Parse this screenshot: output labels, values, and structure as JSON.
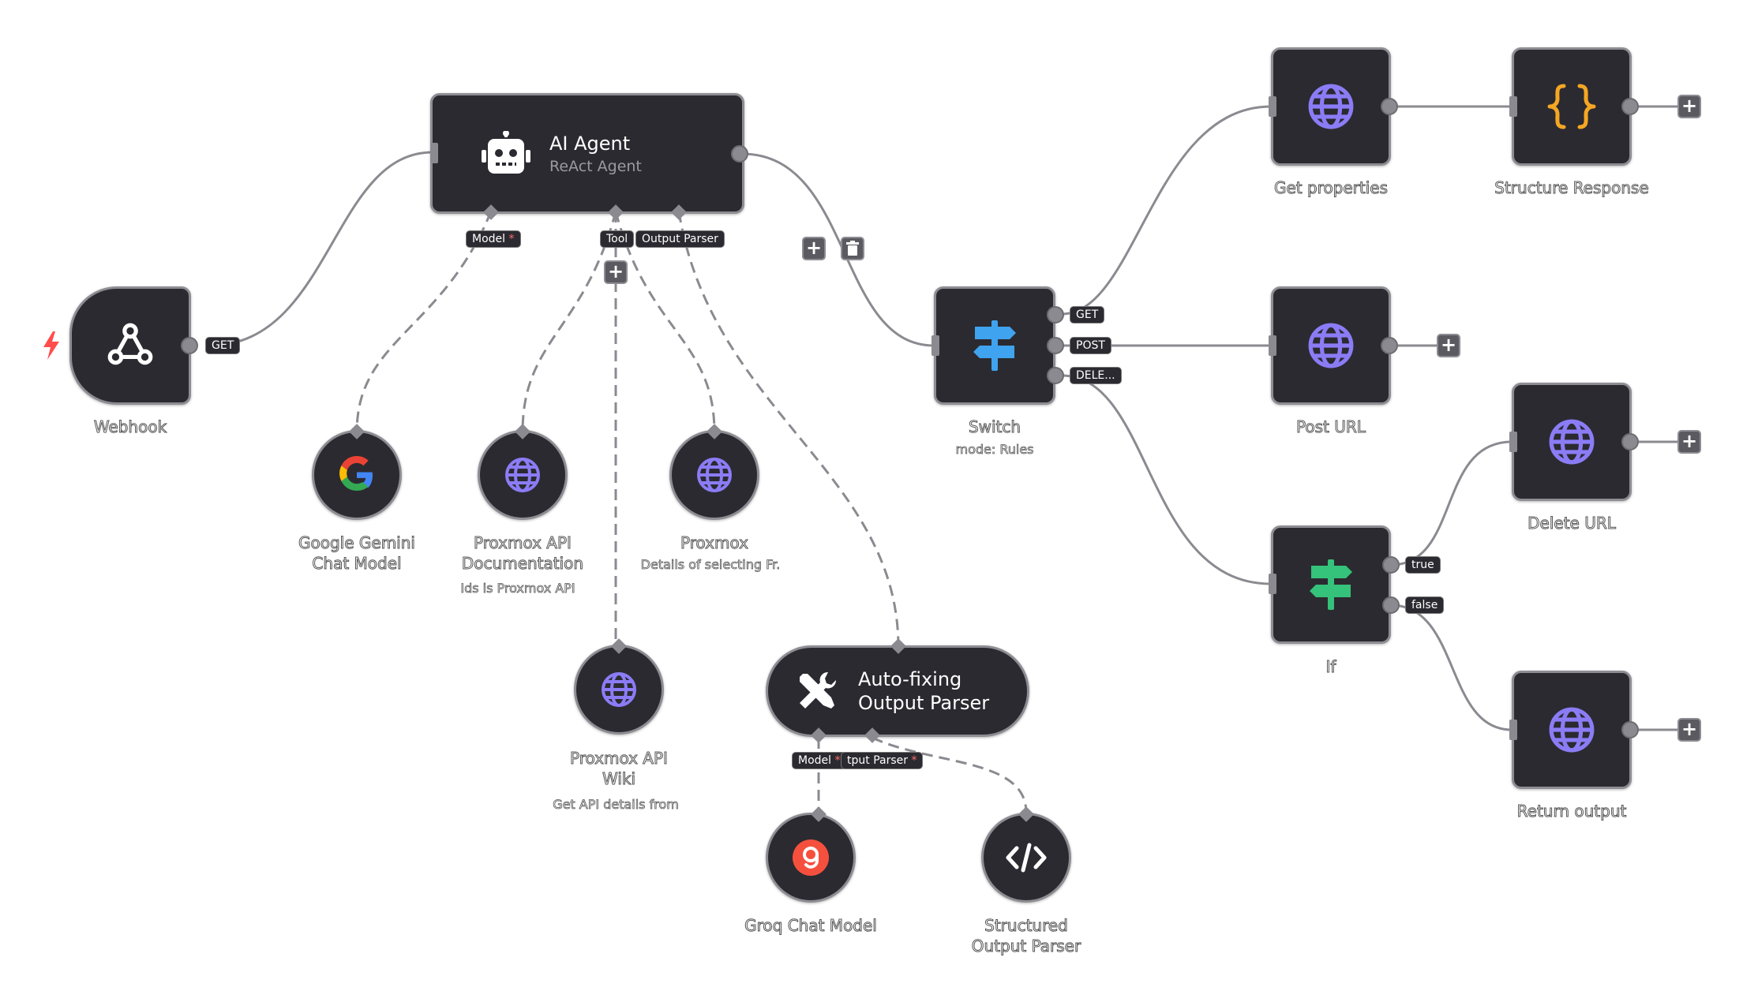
{
  "nodes": {
    "webhook": {
      "label": "Webhook"
    },
    "ai_agent": {
      "title": "AI Agent",
      "subtitle": "ReAct Agent"
    },
    "gemini": {
      "label_line1": "Google Gemini",
      "label_line2": "Chat Model"
    },
    "proxmox_doc": {
      "label_line1": "Proxmox API",
      "label_line2": "Documentation",
      "sub": "Ids is Proxmox API"
    },
    "proxmox": {
      "label": "Proxmox",
      "sub": "Details of selecting Fr."
    },
    "proxmox_wiki": {
      "label_line1": "Proxmox API",
      "label_line2": "Wiki",
      "sub": "Get API details from"
    },
    "autofix": {
      "title_line1": "Auto-fixing",
      "title_line2": "Output Parser"
    },
    "groq": {
      "label": "Groq Chat Model"
    },
    "structured": {
      "label_line1": "Structured",
      "label_line2": "Output Parser"
    },
    "switch": {
      "label": "Switch",
      "sub": "mode: Rules"
    },
    "get_properties": {
      "label": "Get properties"
    },
    "structure_response": {
      "label": "Structure Response"
    },
    "post_url": {
      "label": "Post URL"
    },
    "delete_url": {
      "label": "Delete URL"
    },
    "if": {
      "label": "If"
    },
    "return_output": {
      "label": "Return output"
    }
  },
  "tags": {
    "webhook_get": "GET",
    "model": "Model",
    "tool": "Tool",
    "output_parser": "Output Parser",
    "switch_get": "GET",
    "switch_post": "POST",
    "switch_delete": "DELE...",
    "if_true": "true",
    "if_false": "false",
    "autofix_model": "Model",
    "autofix_parser": "tput Parser",
    "required_mark": "*"
  },
  "icons": {
    "webhook": "webhook-icon",
    "trigger": "lightning-icon",
    "agent": "robot-icon",
    "google": "google-icon",
    "http": "globe-icon",
    "switch": "signpost-icon",
    "code": "braces-icon",
    "tools": "wrench-screwdriver-icon",
    "groq": "groq-icon",
    "parser": "code-tag-icon",
    "plus": "plus-icon",
    "trash": "trash-icon"
  },
  "colors": {
    "node_bg": "#2b2a30",
    "globe": "#8b7cf6",
    "switch_blue": "#3fa3ef",
    "if_green": "#35c27a",
    "code_orange": "#f5a623",
    "groq_red": "#f5503e",
    "trigger_red": "#ff4d4d"
  }
}
